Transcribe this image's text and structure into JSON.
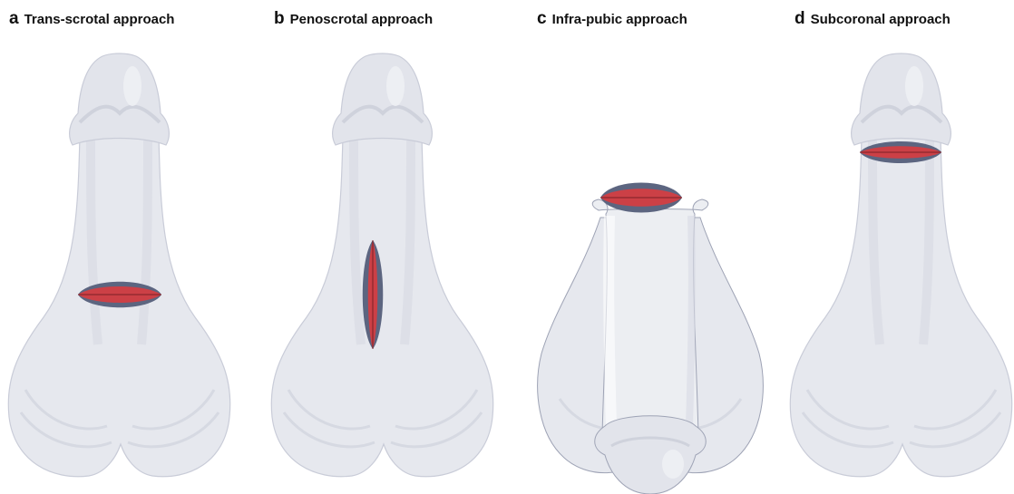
{
  "panels": [
    {
      "letter": "a",
      "title": "Trans-scrotal approach"
    },
    {
      "letter": "b",
      "title": "Penoscrotal approach"
    },
    {
      "letter": "c",
      "title": "Infra-pubic approach"
    },
    {
      "letter": "d",
      "title": "Subcoronal approach"
    }
  ],
  "colors": {
    "skin_light": "#e6e8ee",
    "skin_mid": "#d8dbe4",
    "skin_shadow": "#c9ccd8",
    "outline": "#9ea3b5",
    "incision_rim": "#5c6580",
    "incision_core": "#cc4046",
    "incision_line": "#7a1f25"
  }
}
